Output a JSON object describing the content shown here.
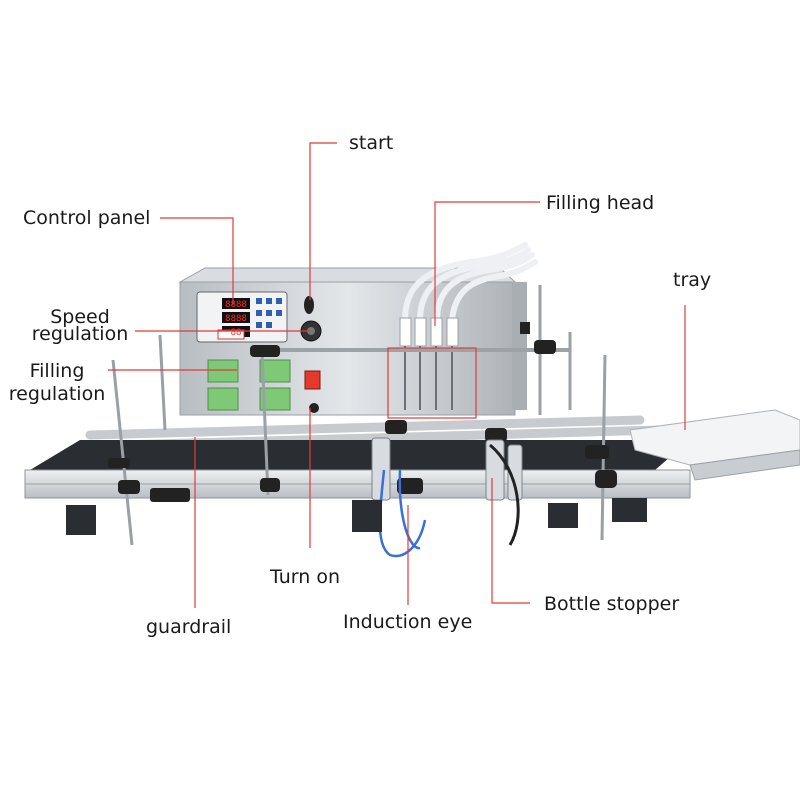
{
  "labels": {
    "start": "start",
    "control_panel": "Control panel",
    "filling_head": "Filling head",
    "tray": "tray",
    "speed_line1": "Speed",
    "speed_line2": "regulation",
    "filling_line1": "Filling",
    "filling_line2": "regulation",
    "turn_on": "Turn on",
    "guardrail": "guardrail",
    "induction_eye": "Induction eye",
    "bottle_stopper": "Bottle stopper"
  },
  "panel": {
    "display_top": "8888",
    "display_mid": "8888",
    "display_bot": "88"
  },
  "colors": {
    "leader_line": "#e23b3b",
    "machine_steel": "#c9cdd1",
    "conveyor_dark": "#2a2d31",
    "display_red": "#e02020",
    "screen_green": "#6fbf6a",
    "switch_red": "#e33a2b",
    "wire_blue": "#3a6fd8"
  }
}
